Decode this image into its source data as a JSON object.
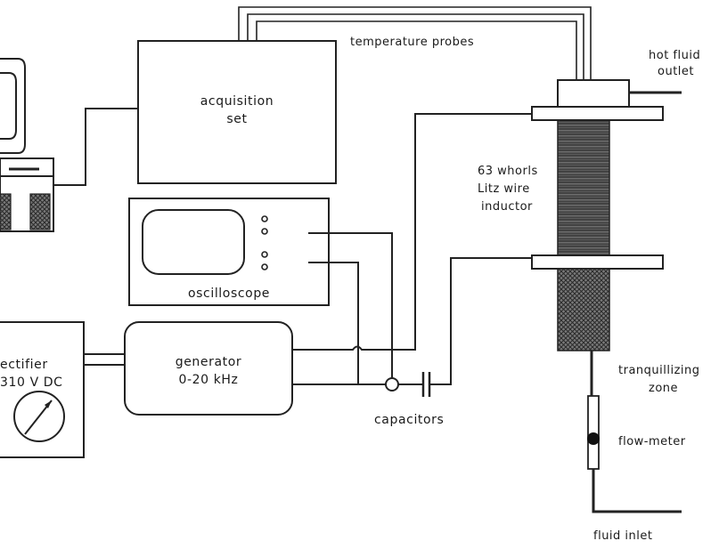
{
  "labels": {
    "temperature_probes": "temperature probes",
    "hot_fluid": "hot fluid",
    "outlet": "outlet",
    "acquisition": "acquisition",
    "set": "set",
    "whorls": "63 whorls",
    "litz": "Litz wire",
    "inductor": "inductor",
    "oscilloscope": "oscilloscope",
    "rectifier": "ectifier",
    "rectifier_voltage": "310 V DC",
    "generator": "generator",
    "generator_range": "0-20 kHz",
    "capacitors": "capacitors",
    "tranquillizing": "tranquillizing",
    "zone": "zone",
    "flow_meter": "flow-meter",
    "fluid_inlet": "fluid inlet"
  }
}
